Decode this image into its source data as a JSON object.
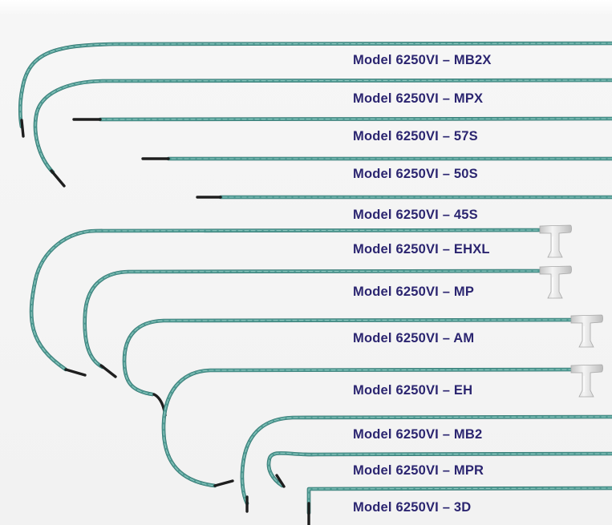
{
  "colors": {
    "background_top": "#ffffff",
    "background": "#f5f5f5",
    "wire_main": "#4e9a93",
    "wire_light": "#8fc7bf",
    "wire_dark": "#2f6f6a",
    "tip": "#1e1e1e",
    "label_text": "#2b2570",
    "hub": "#d6d6d6"
  },
  "catheters": [
    {
      "id": "mb2x",
      "label": "Model 6250VI – MB2X",
      "shape": "curved-hook",
      "hub": false
    },
    {
      "id": "mpx",
      "label": "Model 6250VI – MPX",
      "shape": "curved-hook",
      "hub": false
    },
    {
      "id": "57s",
      "label": "Model 6250VI – 57S",
      "shape": "straight",
      "hub": false
    },
    {
      "id": "50s",
      "label": "Model 6250VI – 50S",
      "shape": "straight",
      "hub": false
    },
    {
      "id": "45s",
      "label": "Model 6250VI – 45S",
      "shape": "straight",
      "hub": false
    },
    {
      "id": "ehxl",
      "label": "Model 6250VI – EHXL",
      "shape": "curved-hook",
      "hub": true
    },
    {
      "id": "mp",
      "label": "Model 6250VI – MP",
      "shape": "curved-hook",
      "hub": true
    },
    {
      "id": "am",
      "label": "Model 6250VI – AM",
      "shape": "curved-hook",
      "hub": true
    },
    {
      "id": "eh",
      "label": "Model 6250VI – EH",
      "shape": "curved-hook",
      "hub": true
    },
    {
      "id": "mb2",
      "label": "Model 6250VI – MB2",
      "shape": "curved-hook",
      "hub": false
    },
    {
      "id": "mpr",
      "label": "Model 6250VI – MPR",
      "shape": "curved-hook",
      "hub": false
    },
    {
      "id": "3d",
      "label": "Model 6250VI – 3D",
      "shape": "right-angle",
      "hub": false
    }
  ]
}
